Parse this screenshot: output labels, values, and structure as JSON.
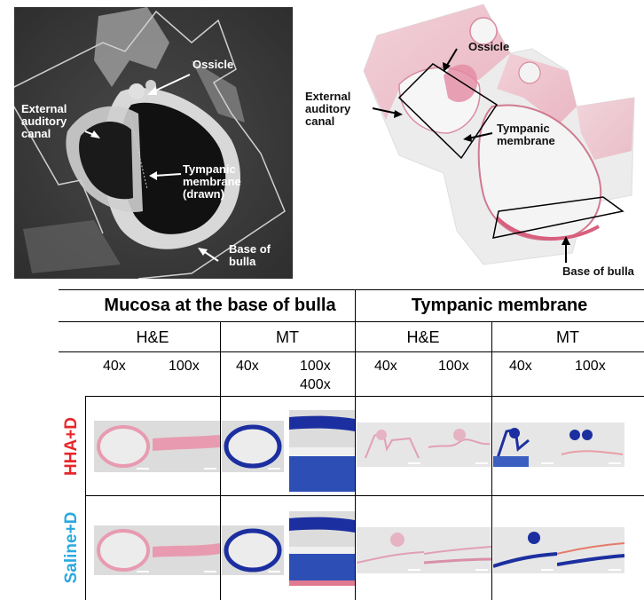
{
  "ct_labels": {
    "ossicle": "Ossicle",
    "eac": "External\nauditory\ncanal",
    "tm": "Tympanic\nmembrane\n(drawn)",
    "bulla": "Base of\nbulla"
  },
  "histo_labels": {
    "ossicle": "Ossicle",
    "eac": "External\nauditory\ncanal",
    "tm": "Tympanic\nmembrane",
    "bulla": "Base of bulla"
  },
  "table": {
    "group1": "Mucosa at the base of bulla",
    "group2": "Tympanic membrane",
    "stain_he_1": "H&E",
    "stain_mt_1": "MT",
    "stain_he_2": "H&E",
    "stain_mt_2": "MT",
    "mag_1": "40x",
    "mag_2": "100x",
    "mag_3": "40x",
    "mag_4": "100x\n400x",
    "mag_5": "40x",
    "mag_6": "100x",
    "mag_7": "40x",
    "mag_8": "100x",
    "row1": "HHA+D",
    "row2": "Saline+D"
  },
  "colors": {
    "row1": "#e8262a",
    "row2": "#2aa8df",
    "he_pink": "#e89bb0",
    "mt_blue": "#1c2fa0"
  }
}
